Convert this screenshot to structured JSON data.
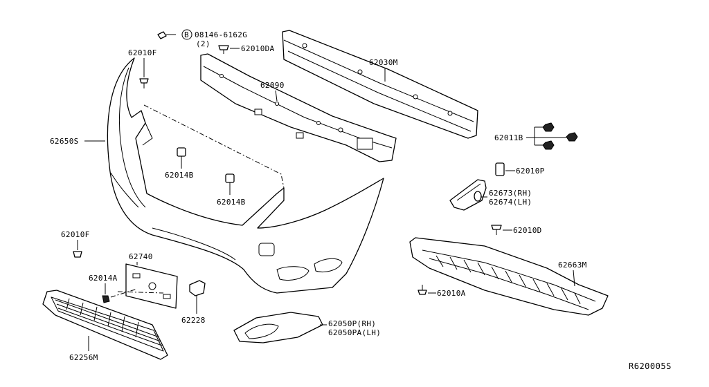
{
  "diagram": {
    "reference_code": "R620005S",
    "bolt_callout": {
      "circle_letter": "B",
      "part_number": "08146-6162G",
      "quantity": "(2)"
    },
    "parts": {
      "p62010F_top": "62010F",
      "p62010DA": "62010DA",
      "p62030M": "62030M",
      "p62090": "62090",
      "p62650S": "62650S",
      "p62014B_a": "62014B",
      "p62014B_b": "62014B",
      "p62011B": "62011B",
      "p62010P": "62010P",
      "p62673": "62673(RH)",
      "p62674": "62674(LH)",
      "p62010D": "62010D",
      "p62010F_left": "62010F",
      "p62740": "62740",
      "p62014A": "62014A",
      "p62663M": "62663M",
      "p62010A": "62010A",
      "p62228": "62228",
      "p62050P": "62050P(RH)",
      "p62050PA": "62050PA(LH)",
      "p62256M": "62256M"
    }
  }
}
